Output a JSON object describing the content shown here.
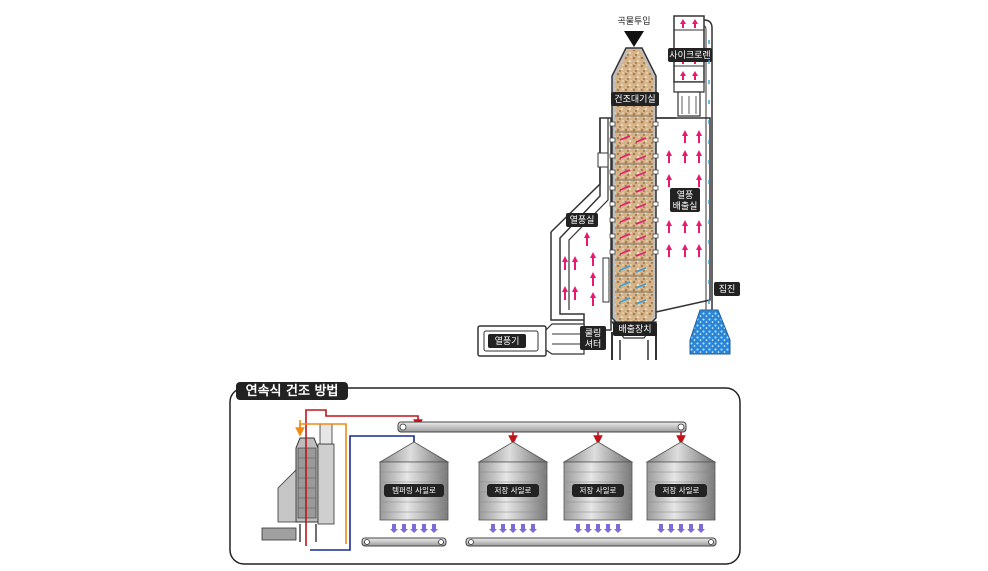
{
  "dryer": {
    "grain_input": "곡물투입",
    "cyclone": "사이크로렌",
    "waiting_room": "건조대기실",
    "hot_air_room": "열풍실",
    "exhaust_room_line1": "열풍",
    "exhaust_room_line2": "배출실",
    "dust_collector": "집진",
    "heater": "열풍기",
    "cooling_shutter_line1": "쿨링",
    "cooling_shutter_line2": "셔터",
    "discharge_device": "배출장치"
  },
  "continuous": {
    "title": "연속식 건조 방법",
    "silos": [
      {
        "label": "템퍼링 사일로"
      },
      {
        "label": "저장 사일로"
      },
      {
        "label": "저장 사일로"
      },
      {
        "label": "저장 사일로"
      }
    ]
  },
  "colors": {
    "hot_air_arrow": "#e8196e",
    "cool_air_arrow": "#3aa0e0",
    "grain": "#c9a67a",
    "dust": "#1e7fd0",
    "line_red": "#c0141c",
    "line_blue": "#1a2a8c",
    "line_orange": "#f08a12",
    "label_bg": "#222222"
  }
}
